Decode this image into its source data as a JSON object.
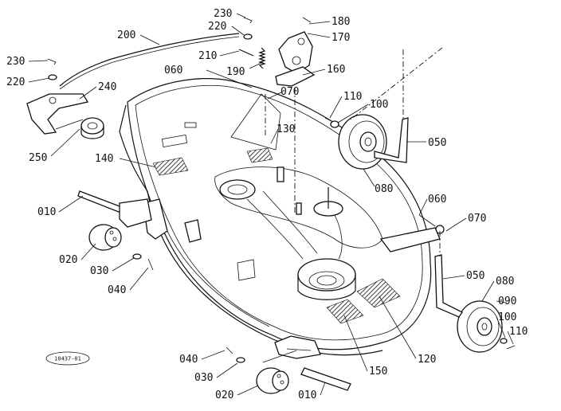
{
  "diagram": {
    "doc_code": "10437-01",
    "labels": [
      {
        "id": "l230a",
        "text": "230"
      },
      {
        "id": "l220a",
        "text": "220"
      },
      {
        "id": "l180",
        "text": "180"
      },
      {
        "id": "l170",
        "text": "170"
      },
      {
        "id": "l200",
        "text": "200"
      },
      {
        "id": "l210",
        "text": "210"
      },
      {
        "id": "l160",
        "text": "160"
      },
      {
        "id": "l190",
        "text": "190"
      },
      {
        "id": "l230b",
        "text": "230"
      },
      {
        "id": "l220b",
        "text": "220"
      },
      {
        "id": "l240",
        "text": "240"
      },
      {
        "id": "l060a",
        "text": "060"
      },
      {
        "id": "l070a",
        "text": "070"
      },
      {
        "id": "l110a",
        "text": "110"
      },
      {
        "id": "l100a",
        "text": "100"
      },
      {
        "id": "l130",
        "text": "130"
      },
      {
        "id": "l050a",
        "text": "050"
      },
      {
        "id": "l250",
        "text": "250"
      },
      {
        "id": "l140",
        "text": "140"
      },
      {
        "id": "l080a",
        "text": "080"
      },
      {
        "id": "l010a",
        "text": "010"
      },
      {
        "id": "l060b",
        "text": "060"
      },
      {
        "id": "l070b",
        "text": "070"
      },
      {
        "id": "l020a",
        "text": "020"
      },
      {
        "id": "l030a",
        "text": "030"
      },
      {
        "id": "l050b",
        "text": "050"
      },
      {
        "id": "l040a",
        "text": "040"
      },
      {
        "id": "l080b",
        "text": "080"
      },
      {
        "id": "l090",
        "text": "090"
      },
      {
        "id": "l100b",
        "text": "100"
      },
      {
        "id": "l110b",
        "text": "110"
      },
      {
        "id": "l120",
        "text": "120"
      },
      {
        "id": "l040b",
        "text": "040"
      },
      {
        "id": "l150",
        "text": "150"
      },
      {
        "id": "l030b",
        "text": "030"
      },
      {
        "id": "l020b",
        "text": "020"
      },
      {
        "id": "l010b",
        "text": "010"
      }
    ]
  }
}
